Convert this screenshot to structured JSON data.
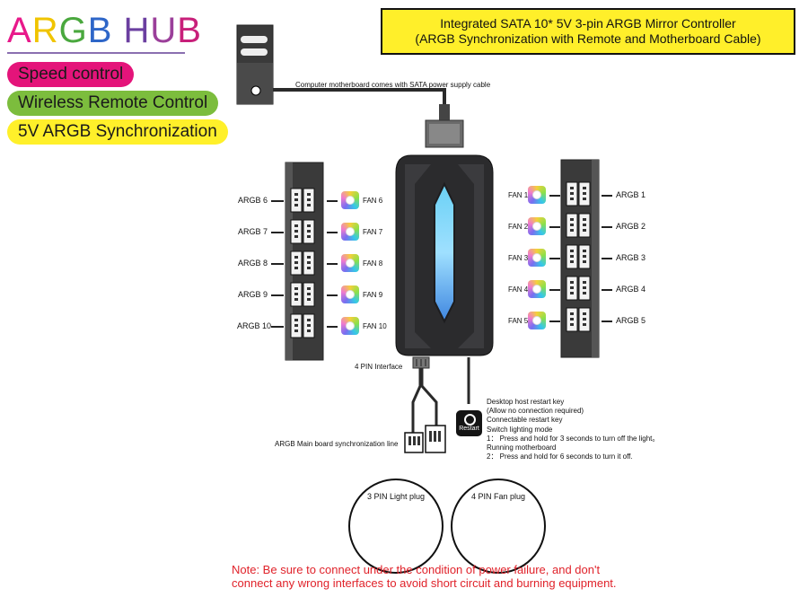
{
  "brand": {
    "title_letters": [
      {
        "char": "A",
        "color": "#e8198a"
      },
      {
        "char": "R",
        "color": "#f0c400"
      },
      {
        "char": "G",
        "color": "#4aa83e"
      },
      {
        "char": "B",
        "color": "#2e66c8"
      },
      {
        "char": " ",
        "color": "#000000"
      },
      {
        "char": "H",
        "color": "#6b3fa0"
      },
      {
        "char": "U",
        "color": "#9b3f9a"
      },
      {
        "char": "B",
        "color": "#c8207a"
      }
    ]
  },
  "features": [
    {
      "label": "Speed control",
      "color": "#e4147a"
    },
    {
      "label": "Wireless Remote Control",
      "color": "#7cbd3d"
    },
    {
      "label": "5V ARGB Synchronization",
      "color": "#fff02a"
    }
  ],
  "header": {
    "line1": "Integrated SATA   10* 5V   3-pin   ARGB Mirror Controller",
    "line2": "(ARGB Synchronization with Remote and Motherboard Cable)"
  },
  "sata_note": "Computer motherboard comes with SATA power supply cable",
  "left_bank": [
    {
      "argb": "ARGB 6",
      "fan": "FAN 6"
    },
    {
      "argb": "ARGB 7",
      "fan": "FAN 7"
    },
    {
      "argb": "ARGB 8",
      "fan": "FAN 8"
    },
    {
      "argb": "ARGB 9",
      "fan": "FAN 9"
    },
    {
      "argb": "ARGB 10",
      "fan": "FAN 10"
    }
  ],
  "right_bank": [
    {
      "argb": "ARGB 1",
      "fan": "FAN 1"
    },
    {
      "argb": "ARGB 2",
      "fan": "FAN 2"
    },
    {
      "argb": "ARGB 3",
      "fan": "FAN 3"
    },
    {
      "argb": "ARGB 4",
      "fan": "FAN 4"
    },
    {
      "argb": "ARGB 5",
      "fan": "FAN 5"
    }
  ],
  "four_pin_label": "4 PIN Interface",
  "sync_line_label": "ARGB Main board synchronization line",
  "restart": {
    "badge": "Restart",
    "lines": [
      "Desktop host restart key",
      "(Allow no connection required)",
      "Connectable restart key",
      "Switch lighting mode",
      "1： Press and hold for 3 seconds to turn off the light。",
      "Running motherboard",
      "2： Press and hold for 6 seconds to turn it off."
    ]
  },
  "plugs": [
    {
      "label": "3 PIN Light plug"
    },
    {
      "label": "4 PIN Fan plug"
    }
  ],
  "warning": {
    "line1": "Note: Be sure to connect under the condition of power failure, and don't",
    "line2": "connect any wrong interfaces to avoid short circuit and burning equipment."
  },
  "colors": {
    "device_body": "#2b2b2d",
    "light_bar": "#7fd0f2",
    "warning": "#e0222a"
  }
}
